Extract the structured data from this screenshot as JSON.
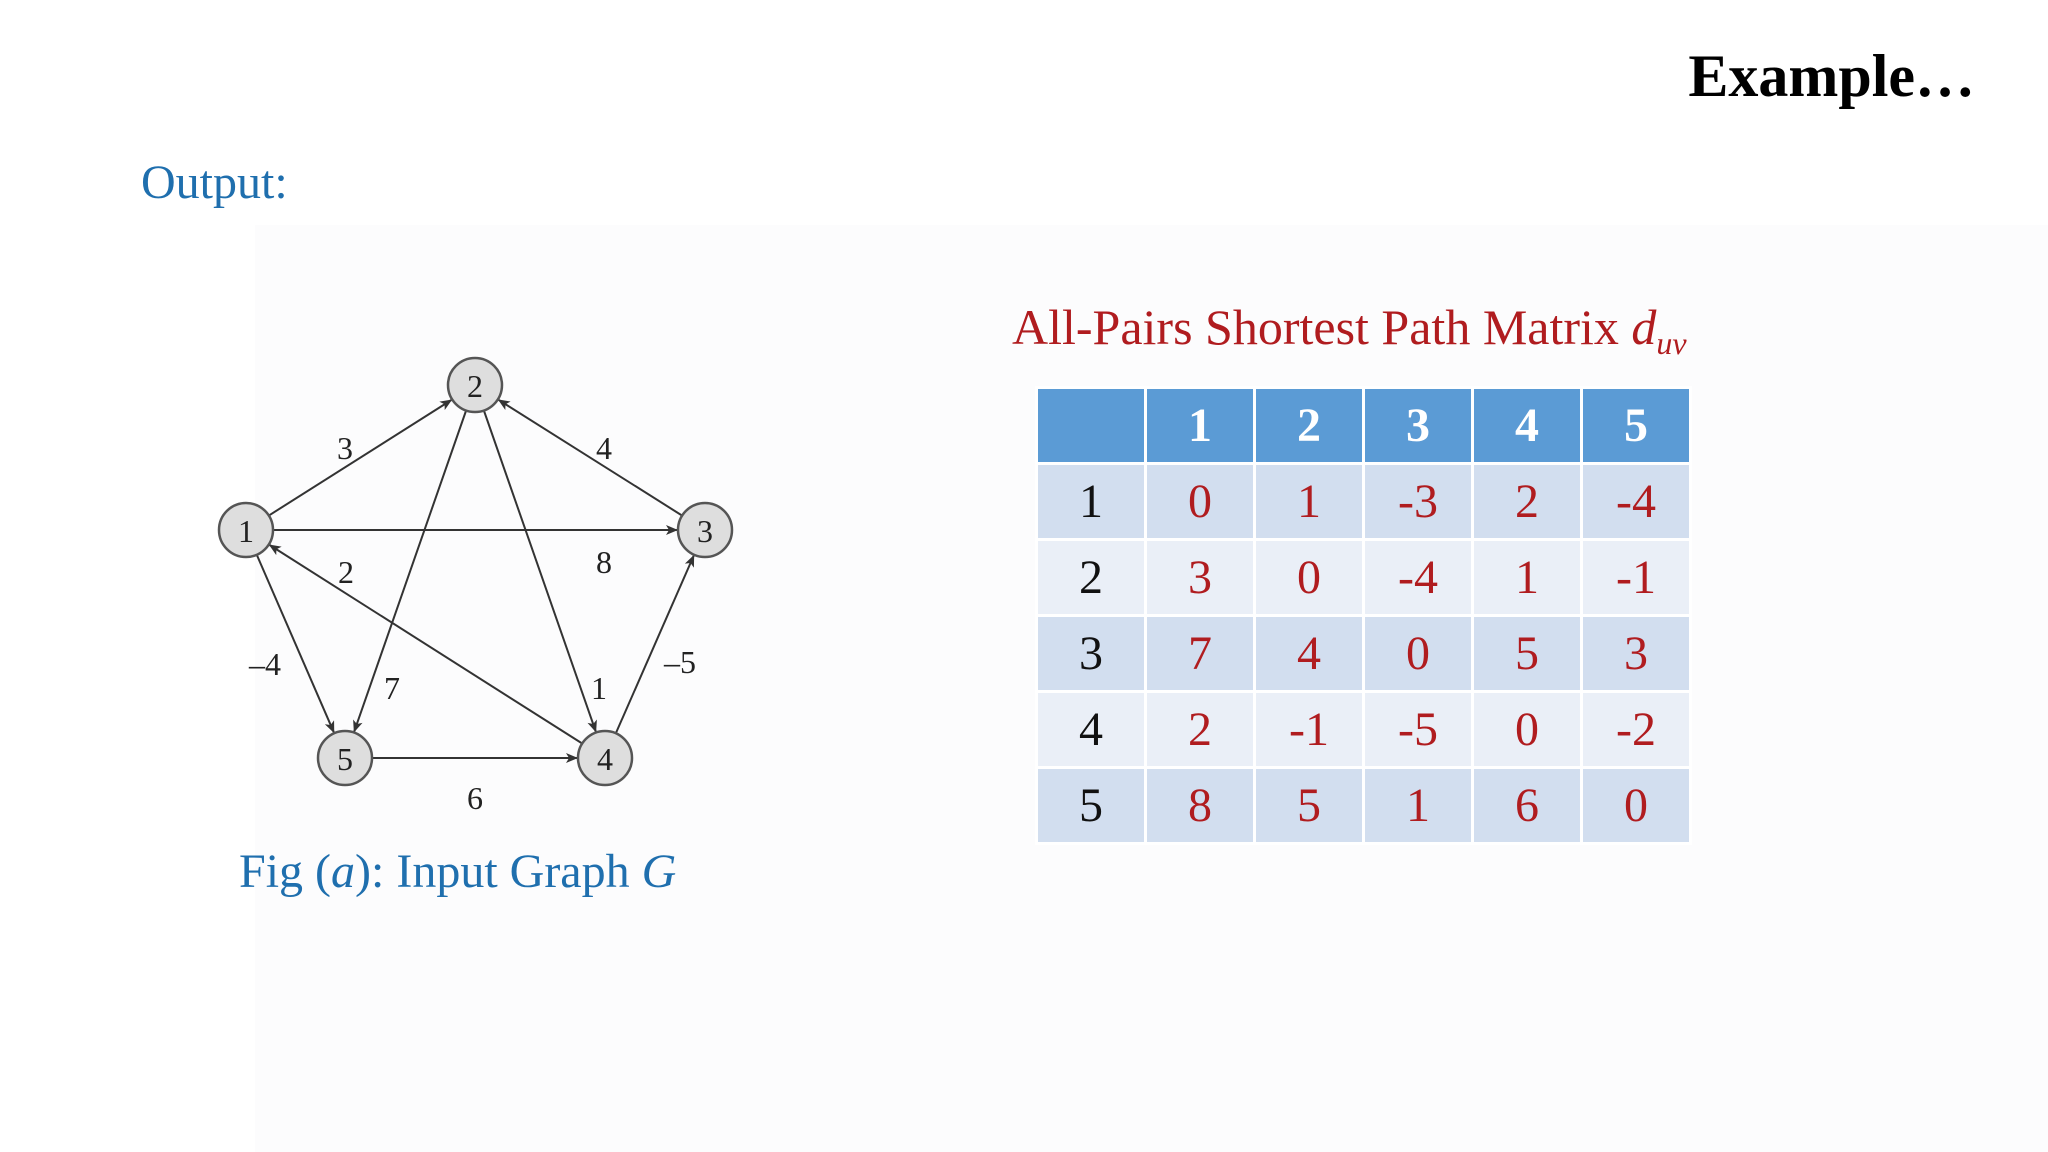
{
  "slide_title": "Example…",
  "output_label": "Output:",
  "graph": {
    "nodes": [
      {
        "id": "1",
        "label": "1"
      },
      {
        "id": "2",
        "label": "2"
      },
      {
        "id": "3",
        "label": "3"
      },
      {
        "id": "4",
        "label": "4"
      },
      {
        "id": "5",
        "label": "5"
      }
    ],
    "edges": [
      {
        "from": "1",
        "to": "2",
        "weight": "3"
      },
      {
        "from": "3",
        "to": "2",
        "weight": "4"
      },
      {
        "from": "1",
        "to": "3",
        "weight": "8"
      },
      {
        "from": "4",
        "to": "1",
        "weight": "2"
      },
      {
        "from": "1",
        "to": "5",
        "weight": "–4"
      },
      {
        "from": "2",
        "to": "5",
        "weight": "7"
      },
      {
        "from": "2",
        "to": "4",
        "weight": "1"
      },
      {
        "from": "4",
        "to": "3",
        "weight": "–5"
      },
      {
        "from": "5",
        "to": "4",
        "weight": "6"
      }
    ],
    "caption": {
      "prefix": "Fig (",
      "fig_letter": "a",
      "middle": "): Input Graph ",
      "graph_name": "G"
    }
  },
  "matrix": {
    "title": "All-Pairs Shortest Path Matrix ",
    "title_symbol": "d",
    "title_subscript": "uv",
    "columns": [
      "",
      "1",
      "2",
      "3",
      "4",
      "5"
    ],
    "rows": [
      {
        "label": "1",
        "values": [
          "0",
          "1",
          "-3",
          "2",
          "-4"
        ]
      },
      {
        "label": "2",
        "values": [
          "3",
          "0",
          "-4",
          "1",
          "-1"
        ]
      },
      {
        "label": "3",
        "values": [
          "7",
          "4",
          "0",
          "5",
          "3"
        ]
      },
      {
        "label": "4",
        "values": [
          "2",
          "-1",
          "-5",
          "0",
          "-2"
        ]
      },
      {
        "label": "5",
        "values": [
          "8",
          "5",
          "1",
          "6",
          "0"
        ]
      }
    ]
  }
}
